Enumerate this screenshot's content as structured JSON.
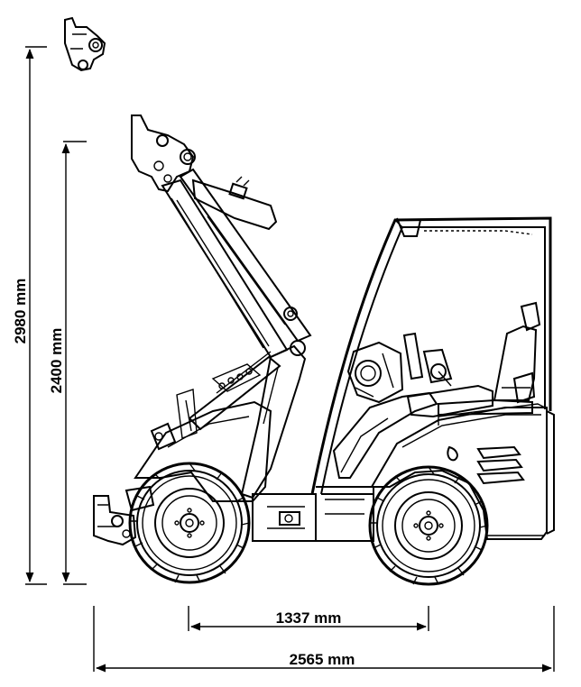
{
  "dimensions": {
    "total_height": "2980 mm",
    "lift_height": "2400 mm",
    "wheelbase": "1337 mm",
    "total_length": "2565 mm"
  },
  "colors": {
    "line": "#000000",
    "background": "#ffffff"
  }
}
